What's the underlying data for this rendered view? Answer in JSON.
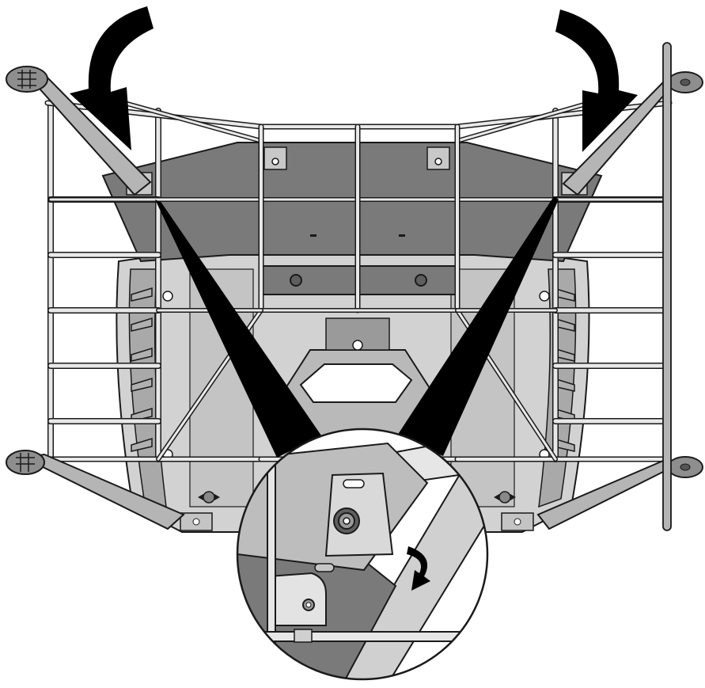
{
  "figure": {
    "subject": "assembly-diagram",
    "colors": {
      "background": "#ffffff",
      "outline": "#1a1a1a",
      "frame": "#b5b5b5",
      "frame_dark": "#8e8e8e",
      "tray": "#7a7a7a",
      "tray_dark": "#5e5e5e",
      "body": "#d2d2d2",
      "body_dark": "#a9a9a9",
      "arrow": "#000000"
    },
    "icons": [
      "curved-arrow-icon-left",
      "curved-arrow-icon-right",
      "rotate-arrow-icon"
    ]
  }
}
